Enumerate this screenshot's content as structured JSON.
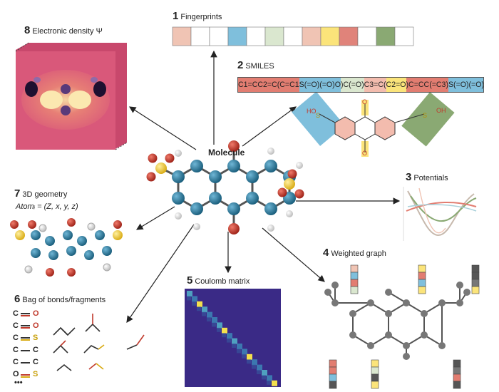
{
  "center": {
    "title": "Molecule"
  },
  "panels": {
    "fingerprints": {
      "num": "1",
      "label": "Fingerprints",
      "cells": [
        "#f0c4b4",
        "#ffffff",
        "#ffffff",
        "#7fbfdc",
        "#ffffff",
        "#dae7cf",
        "#ffffff",
        "#f0c4b4",
        "#fbe47a",
        "#e0837a",
        "#ffffff",
        "#8aa973",
        "#ffffff"
      ]
    },
    "smiles": {
      "num": "2",
      "label": "SMILES",
      "segments": [
        {
          "text": "C1=CC2=C(C=C1",
          "color": "#e27d71"
        },
        {
          "text": "S(=O)(=O)O",
          "color": "#7fbfdc"
        },
        {
          "text": ")C(=O)",
          "color": "#dae7cf"
        },
        {
          "text": "C3=C(",
          "color": "#f3bcae"
        },
        {
          "text": "C2=O",
          "color": "#fbe47a"
        },
        {
          "text": ")C=CC(=C3)",
          "color": "#e27d71"
        },
        {
          "text": "S(=O)(=O)O",
          "color": "#7fbfdc"
        }
      ],
      "atoms": {
        "oh": "HO",
        "o": "O",
        "s": "S",
        "oh2": "OH"
      }
    },
    "potentials": {
      "num": "3",
      "label": "Potentials"
    },
    "weighted_graph": {
      "num": "4",
      "label": "Weighted graph"
    },
    "coulomb": {
      "num": "5",
      "label": "Coulomb matrix"
    },
    "bag": {
      "num": "6",
      "label": "Bag of bonds/fragments",
      "rows": [
        "C",
        "C",
        "C",
        "C",
        "C",
        "O"
      ],
      "row_right": [
        "O",
        "O",
        "S",
        "C",
        "C",
        "S"
      ],
      "ellipsis": "•••",
      "frag_labels": {
        "o": "O",
        "s": "S",
        "oh": "OH"
      }
    },
    "geometry": {
      "num": "7",
      "label": "3D geometry",
      "formula": "Atomᵢ = (Z, x, y, z)"
    },
    "density": {
      "num": "8",
      "label": "Electronic density Ψ"
    }
  },
  "colors": {
    "carbon": "#1f6d8e",
    "oxygen": "#c0392b",
    "sulfur": "#f2cf2a",
    "hydrogen": "#f2f2f2",
    "coulomb_bg": "#3a2a86",
    "density_bg": "#d9587a"
  }
}
